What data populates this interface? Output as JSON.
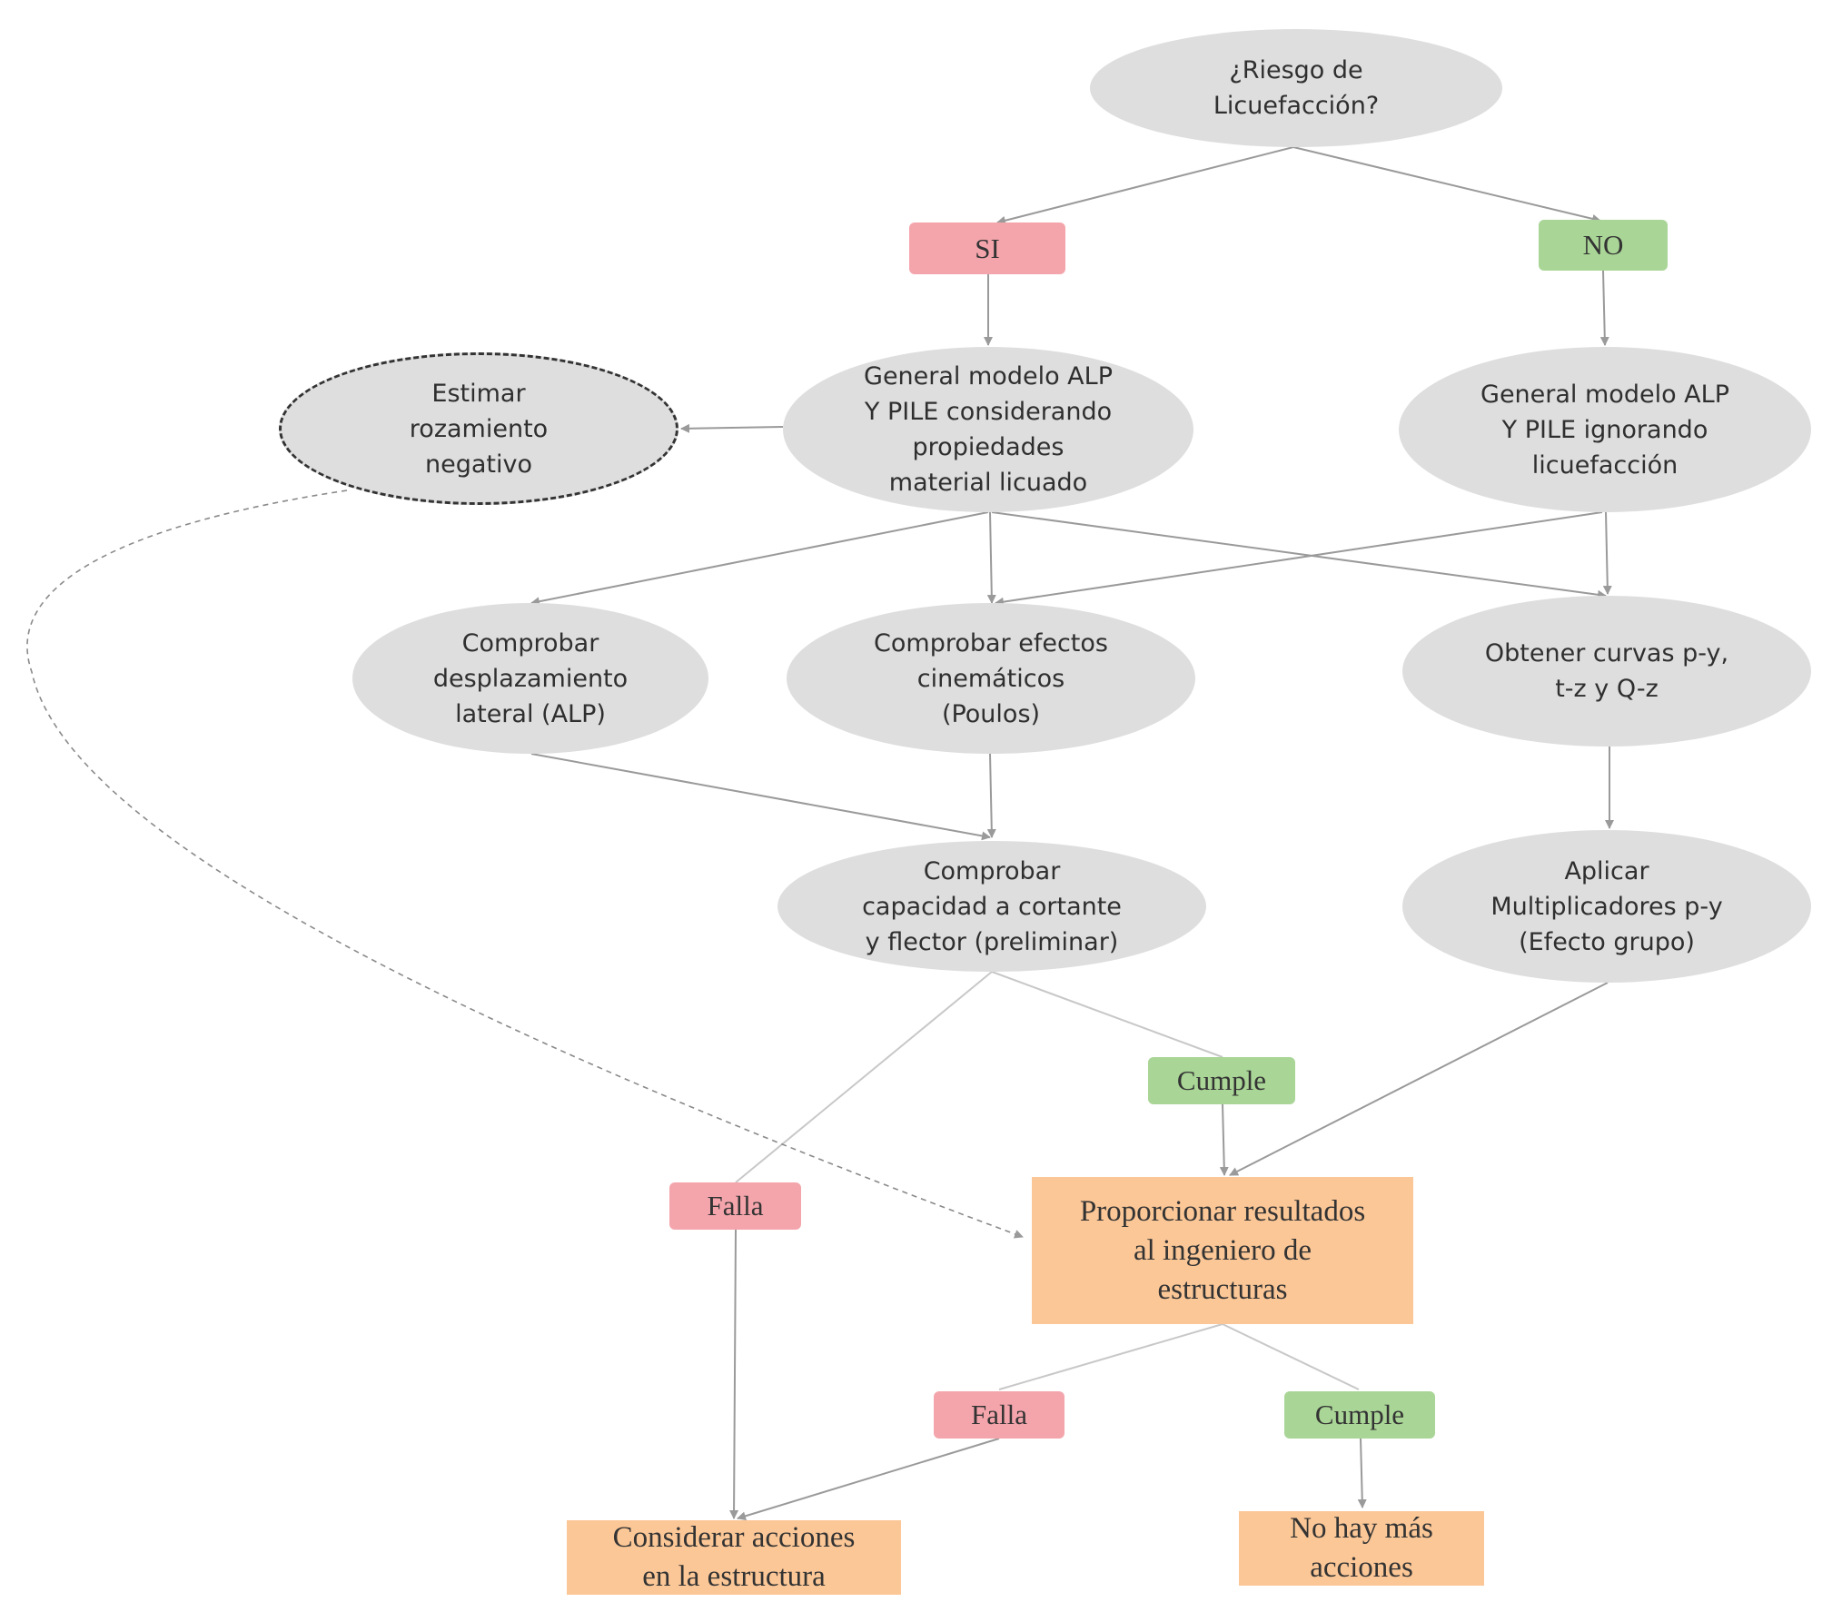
{
  "nodes": {
    "riesgo": "¿Riesgo de\nLicuefacción?",
    "si": "SI",
    "no": "NO",
    "modelo_licuado": "General modelo ALP\nY PILE considerando\npropiedades\nmaterial licuado",
    "modelo_ignorando": "General modelo ALP\nY PILE ignorando\nlicuefacción",
    "rozamiento": "Estimar\nrozamiento\nnegativo",
    "desplazamiento": "Comprobar\ndesplazamiento\nlateral (ALP)",
    "cinematicos": "Comprobar efectos\ncinemáticos\n(Poulos)",
    "curvas": "Obtener curvas p-y,\nt-z y Q-z",
    "capacidad": "Comprobar\ncapacidad a cortante\ny flector (preliminar)",
    "multiplicadores": "Aplicar\nMultiplicadores p-y\n(Efecto grupo)",
    "cumple1": "Cumple",
    "falla1": "Falla",
    "resultados": "Proporcionar resultados\nal ingeniero de\nestructuras",
    "falla2": "Falla",
    "cumple2": "Cumple",
    "considerar": "Considerar acciones\nen la estructura",
    "no_acciones": "No hay más\nacciones"
  },
  "colors": {
    "ellipse_fill": "#dedede",
    "fail_fill": "#f4a5ac",
    "pass_fill": "#a9d596",
    "action_fill": "#fbc797",
    "arrow": "#9a9a9a"
  }
}
